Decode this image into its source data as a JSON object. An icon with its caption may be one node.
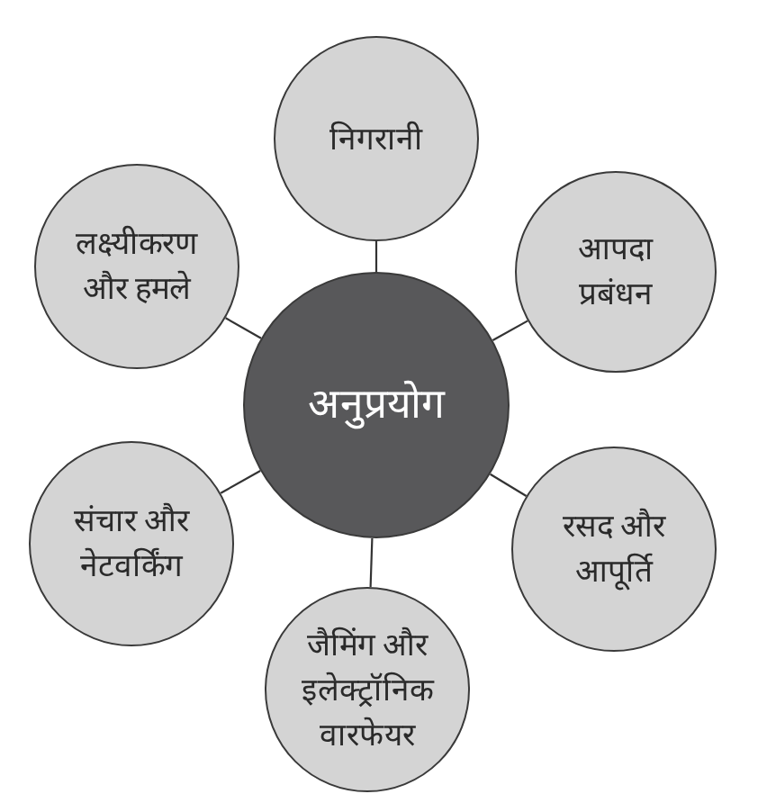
{
  "diagram": {
    "nodes": [
      {
        "text": [
          "निगरानी"
        ]
      },
      {
        "text": [
          "लक्ष्यीकरण और हमले"
        ]
      },
      {
        "text": [
          "आपदा प्रबंधन"
        ]
      },
      {
        "text": [
          "अनुप्रयोग"
        ]
      },
      {
        "text": [
          "संचार और नेटवर्किंग"
        ]
      },
      {
        "text": [
          "रसद और आपूर्ति"
        ]
      },
      {
        "text": [
          "जैमिंग और इलेक्ट्रॉनिक वारफेयर"
        ]
      }
    ],
    "edges": [
      {
        "from": 3,
        "to": 0,
        "arrow": "none"
      },
      {
        "from": 3,
        "to": 1,
        "arrow": "none"
      },
      {
        "from": 3,
        "to": 2,
        "arrow": "none"
      },
      {
        "from": 3,
        "to": 4,
        "arrow": "none"
      },
      {
        "from": 3,
        "to": 5,
        "arrow": "none"
      },
      {
        "from": 3,
        "to": 6,
        "arrow": "none"
      }
    ]
  }
}
